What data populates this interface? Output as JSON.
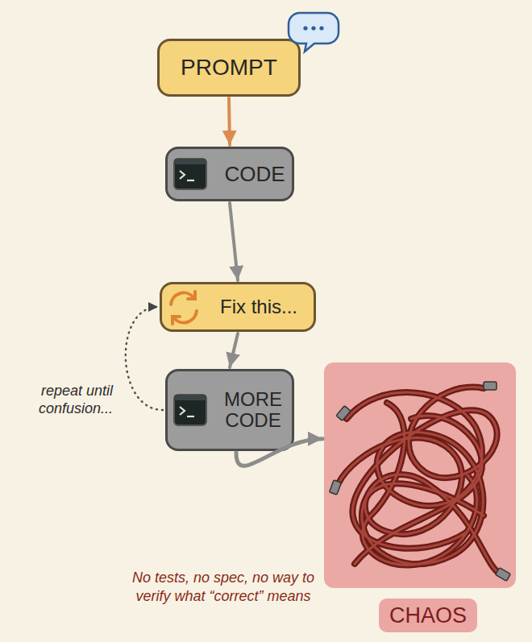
{
  "diagram": {
    "nodes": [
      {
        "text": [
          "PROMPT"
        ]
      },
      {
        "text": [
          "CODE"
        ]
      },
      {
        "text": [
          "Fix this..."
        ]
      },
      {
        "text": [
          "MORE CODE"
        ]
      },
      {
        "text": [
          "CHAOS"
        ]
      }
    ],
    "edges": [
      {
        "from": 0,
        "to": 1,
        "arrow": "to"
      },
      {
        "from": 1,
        "to": 2,
        "arrow": "to"
      },
      {
        "from": 2,
        "to": 3,
        "arrow": "to"
      },
      {
        "from": 3,
        "to": 2,
        "label": "repeat until confusion...",
        "arrow": "to"
      },
      {
        "from": 3,
        "to": 4,
        "arrow": "to"
      }
    ],
    "labels": [
      "No tests, no spec, no way to verify what “correct” means"
    ]
  }
}
